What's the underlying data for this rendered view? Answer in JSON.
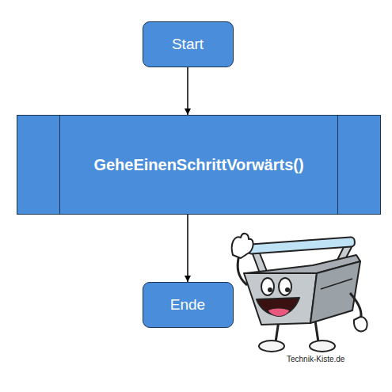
{
  "diagram": {
    "nodes": [
      {
        "text": [
          "Start"
        ]
      },
      {
        "text": [
          "GeheEinenSchrittVorwärts()"
        ]
      },
      {
        "text": [
          "Ende"
        ]
      }
    ],
    "edges": [
      {
        "from": 0,
        "to": 1,
        "arrow": "to"
      },
      {
        "from": 1,
        "to": 2,
        "arrow": "to"
      }
    ],
    "labels": [
      "Technik-Kiste.de"
    ]
  }
}
